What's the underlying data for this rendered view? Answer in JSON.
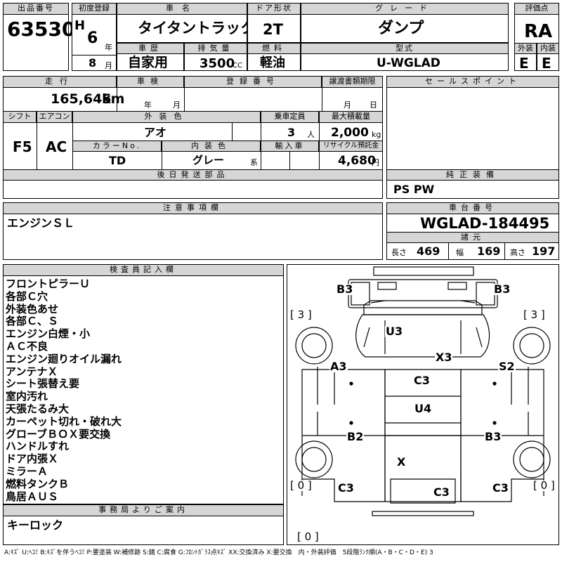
{
  "header": {
    "lot_no_label": "出品番号",
    "lot_no": "63530",
    "first_reg_label": "初度登録",
    "era": "H",
    "year_num": "6",
    "year_unit": "年",
    "month_num": "8",
    "month_unit": "月",
    "car_name_label": "車名",
    "car_name": "タイタントラック",
    "door_label": "ドア形状",
    "door": "2T",
    "grade_label": "グレード",
    "grade": "ダンプ",
    "score_label": "評価点",
    "score": "RA",
    "history_label": "車歴",
    "history": "自家用",
    "displacement_label": "排気量",
    "displacement": "3500",
    "displacement_unit": "CC",
    "fuel_label": "燃料",
    "fuel": "軽油",
    "model_label": "型式",
    "model": "U-WGLAD",
    "ext_label": "外装",
    "ext": "E",
    "int_label": "内装",
    "int": "E"
  },
  "row2": {
    "mileage_label": "走行",
    "mileage": "165,645",
    "mileage_unit": "km",
    "inspection_label": "車検",
    "insp_year_unit": "年",
    "insp_month_unit": "月",
    "reg_no_label": "登録番号",
    "transfer_label": "譲渡書類期限",
    "transfer_month": "月",
    "transfer_day": "日",
    "shift_label": "シフト",
    "shift": "F5",
    "ac_label": "エアコン",
    "ac": "AC",
    "color_label": "外装色",
    "color": "アオ",
    "capacity_label": "乗車定員",
    "capacity": "3",
    "capacity_unit": "人",
    "load_label": "最大積載量",
    "load": "2,000",
    "load_unit": "kg",
    "color_no_label": "カラーNo.",
    "color_no": "TD",
    "interior_color_label": "内装色",
    "interior_color": "グレー",
    "interior_color_suffix": "系",
    "import_label": "輸入車",
    "recycle_label": "リサイクル預託金",
    "recycle": "4,680",
    "recycle_unit": "円",
    "later_parts_label": "後日発送部品"
  },
  "sales_points_label": "セールスポイント",
  "genuine_label": "純正装備",
  "genuine": "PS PW",
  "caution_label": "注意事項欄",
  "caution": "エンジンＳＬ",
  "chassis_label": "車台番号",
  "chassis": "WGLAD-184495",
  "dims_label": "諸元",
  "dims": {
    "length_label": "長さ",
    "length": "469",
    "width_label": "幅",
    "width": "169",
    "height_label": "高さ",
    "height": "197"
  },
  "inspector_label": "検査員記入欄",
  "inspector_notes": [
    "フロントピラーＵ",
    "各部Ｃ穴",
    "外装色あせ",
    "各部Ｃ、Ｓ",
    "エンジン白煙・小",
    "ＡＣ不良",
    "エンジン廻りオイル漏れ",
    "アンテナＸ",
    "シート張替え要",
    "室内汚れ",
    "天張たるみ大",
    "カーペット切れ・破れ大",
    "グローブＢＯＸ要交換",
    "ハンドルすれ",
    "ドア内張Ｘ",
    "ミラーＡ",
    "燃料タンクＢ",
    "鳥居ＡＵＳ"
  ],
  "office_label": "事務局よりご案内",
  "office": "キーロック",
  "diagram": {
    "marks": [
      "B3",
      "B3",
      "U3",
      "X3",
      "A3",
      "S2",
      "C3",
      "U4",
      "B2",
      "B3",
      "X",
      "C3",
      "C3",
      "C3"
    ],
    "tires": [
      "[ 3 ]",
      "[ 3 ]",
      "[ 0 ]",
      "[ 0 ]",
      "[ 0 ]"
    ]
  },
  "legend": "A:ｷｽﾞ U:ﾍｺﾐ B:ｷｽﾞを伴うﾍｺﾐ P:要塗装 W:補修跡 S:錆 C:腐食 G:ﾌﾛﾝﾄｶﾞﾗｽ点ｷｽﾞ XX:交換済み X:要交換　内・外装評価　5段階ﾗﾝｸ順(A・B・C・D・E) 3"
}
